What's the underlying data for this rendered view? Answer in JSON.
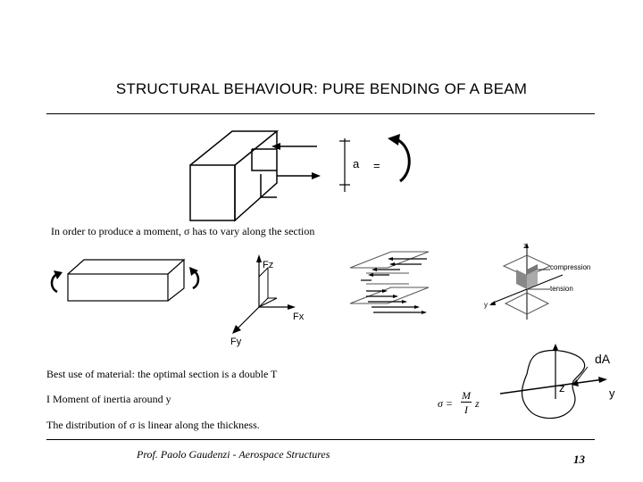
{
  "slide": {
    "title": "STRUCTURAL BEHAVIOUR: PURE BENDING OF A BEAM",
    "moment_text": "In order to produce a moment, σ has to vary along the section",
    "notes": [
      "Best use of material: the optimal section is a double T",
      "I Moment of inertia around y",
      "The distribution of σ is linear along the thickness."
    ],
    "footer": "Prof. Paolo Gaudenzi  -  Aerospace Structures",
    "page_number": "13"
  },
  "figures": {
    "top_block": {
      "dim_label": "a",
      "equals": "="
    },
    "axes": {
      "fz": "Fz",
      "fx": "Fx",
      "fy": "Fy"
    },
    "section_plot": {
      "z": "z",
      "y": "y",
      "compression": "compression",
      "tension": "tension"
    },
    "formula": {
      "lhs": "σ =",
      "num": "M",
      "den": "I",
      "var": "z"
    },
    "area_figure": {
      "dA": "dA",
      "z": "z",
      "y": "y"
    }
  }
}
